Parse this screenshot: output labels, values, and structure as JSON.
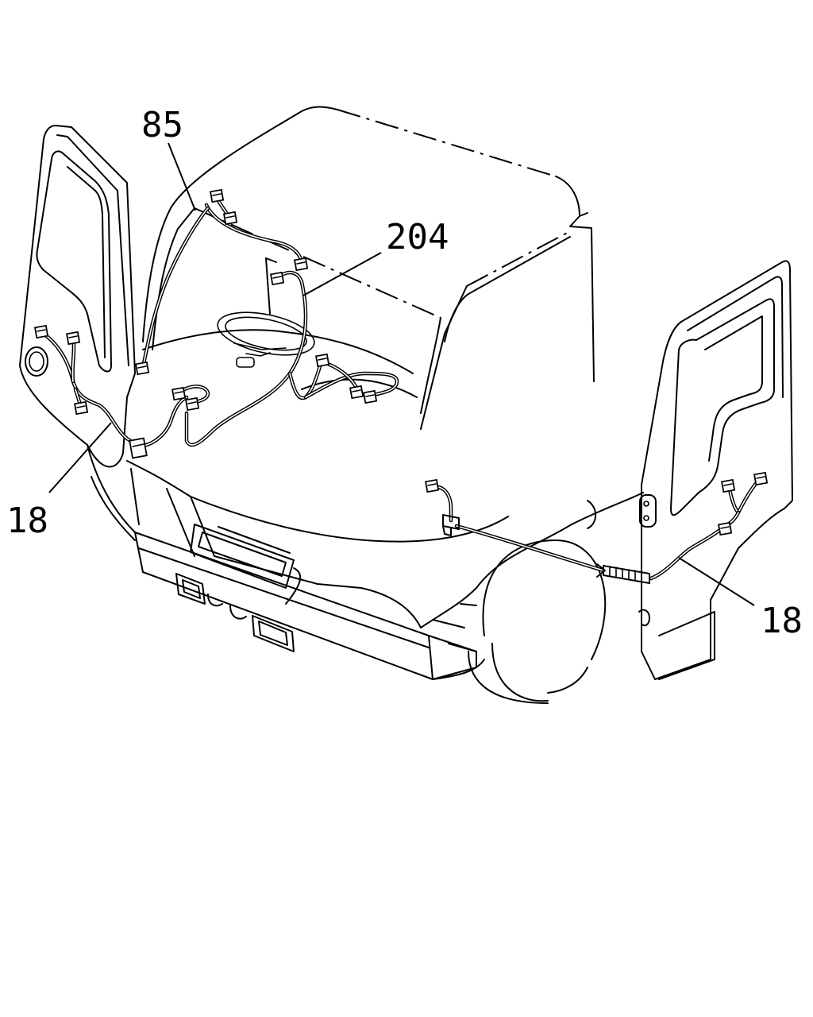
{
  "callouts": {
    "harness_85": "85",
    "harness_204": "204",
    "harness_18_left": "18",
    "harness_18_right": "18"
  },
  "icons": {
    "connector": "connector-icon"
  }
}
